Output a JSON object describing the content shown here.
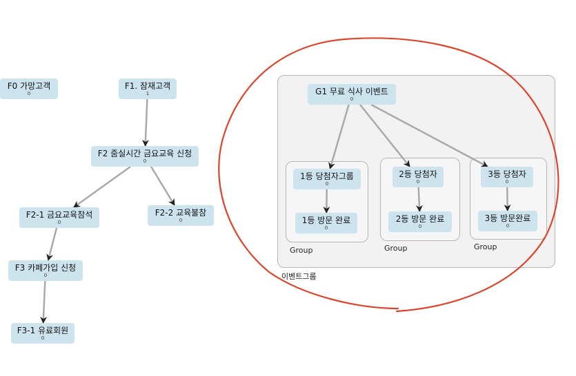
{
  "groups": {
    "event_group": {
      "label": "이벤트그룹"
    },
    "group_1": {
      "label": "Group"
    },
    "group_2": {
      "label": "Group"
    },
    "group_3": {
      "label": "Group"
    }
  },
  "nodes": {
    "f0": {
      "label": "F0 가망고객",
      "count": "0"
    },
    "f1": {
      "label": "F1. 잠재고객",
      "count": "1"
    },
    "f2": {
      "label": "F2 줌실시간 금요교육 신청",
      "count": "0"
    },
    "f2_1": {
      "label": "F2-1 금요교육참석",
      "count": "0"
    },
    "f2_2": {
      "label": "F2-2 교육불참",
      "count": "0"
    },
    "f3": {
      "label": "F3 카페가입 신청",
      "count": "0"
    },
    "f3_1": {
      "label": "F3-1 유료회원",
      "count": "0"
    },
    "g1": {
      "label": "G1 무료 식사 이벤트",
      "count": "0"
    },
    "w1": {
      "label": "1등 당첨자그룹",
      "count": "0"
    },
    "v1": {
      "label": "1등 방문 완료",
      "count": "0"
    },
    "w2": {
      "label": "2등 당첨자",
      "count": "0"
    },
    "v2": {
      "label": "2등 방문 완료",
      "count": "0"
    },
    "w3": {
      "label": "3등 당첨자",
      "count": "0"
    },
    "v3": {
      "label": "3등 방문완료",
      "count": "0"
    }
  },
  "edges": [
    [
      "f1",
      "f2"
    ],
    [
      "f2",
      "f2_1"
    ],
    [
      "f2",
      "f2_2"
    ],
    [
      "f2_1",
      "f3"
    ],
    [
      "f3",
      "f3_1"
    ],
    [
      "g1",
      "w1"
    ],
    [
      "g1",
      "w2"
    ],
    [
      "g1",
      "w3"
    ],
    [
      "w1",
      "v1"
    ],
    [
      "w2",
      "v2"
    ],
    [
      "w3",
      "v3"
    ]
  ],
  "colors": {
    "node_fill": "#cde4ef",
    "edge": "#a9a9a9",
    "arrow_head": "#222222",
    "annotation_circle": "#e0432b"
  }
}
